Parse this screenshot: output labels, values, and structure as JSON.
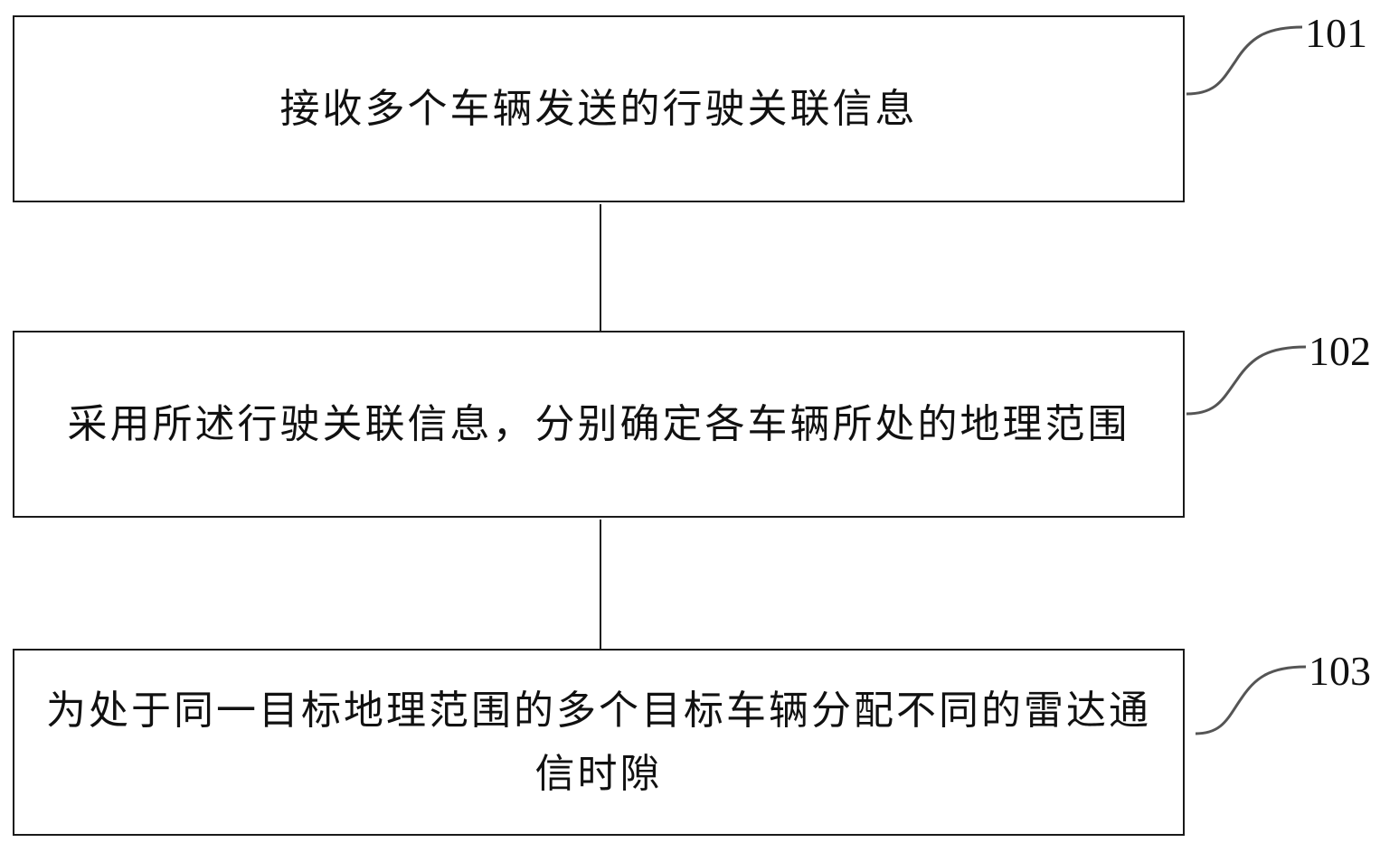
{
  "steps": [
    {
      "id": "101",
      "text": "接收多个车辆发送的行驶关联信息"
    },
    {
      "id": "102",
      "text": "采用所述行驶关联信息，分别确定各车辆所处的地理范围"
    },
    {
      "id": "103",
      "text": "为处于同一目标地理范围的多个目标车辆分配不同的雷达通信时隙"
    }
  ],
  "colors": {
    "line": "#1a1a1a",
    "leader": "#555555"
  }
}
